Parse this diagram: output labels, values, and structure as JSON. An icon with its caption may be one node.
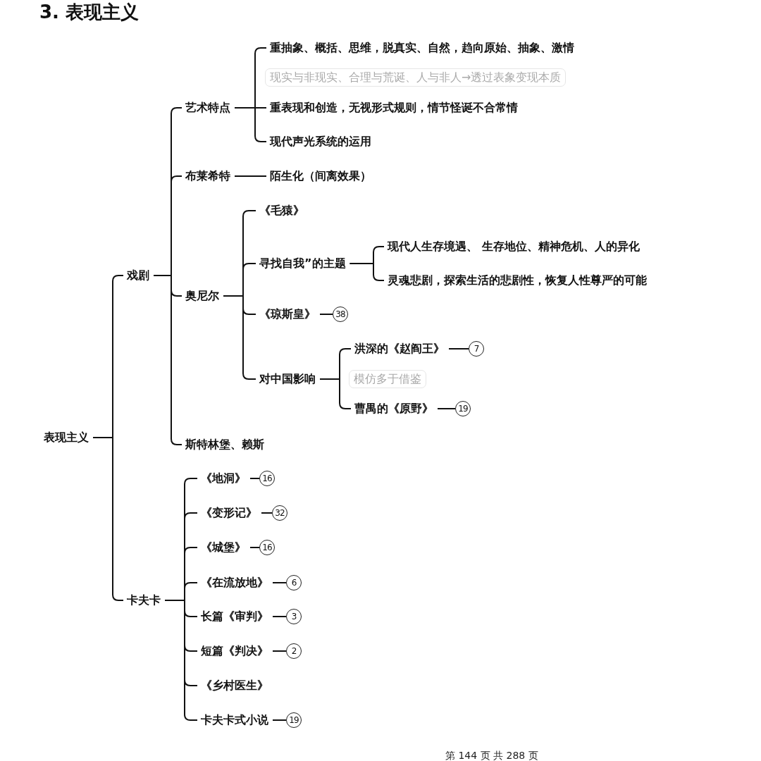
{
  "diagram": {
    "title": "3. 表现主义",
    "nodes": [
      {
        "text": [
          "表现主义"
        ]
      },
      {
        "text": [
          "戏剧"
        ]
      },
      {
        "text": [
          "艺术特点"
        ]
      },
      {
        "text": [
          "重抽象、概括、思维，脱真实、自然，趋向原始、抽象、激情"
        ]
      },
      {
        "text": [
          "现实与非现实、合理与荒诞、人与非人→透过表象变现本质"
        ]
      },
      {
        "text": [
          "重表现和创造，无视形式规则，情节怪诞不合常情"
        ]
      },
      {
        "text": [
          "现代声光系统的运用"
        ]
      },
      {
        "text": [
          "布莱希特"
        ]
      },
      {
        "text": [
          "陌生化（间离效果）"
        ]
      },
      {
        "text": [
          "奥尼尔"
        ]
      },
      {
        "text": [
          "《毛猿》"
        ]
      },
      {
        "text": [
          "寻找自我”的主题"
        ]
      },
      {
        "text": [
          "现代人生存境遇、 生存地位、精神危机、人的异化"
        ]
      },
      {
        "text": [
          "灵魂悲剧，探索生活的悲剧性，恢复人性尊严的可能"
        ]
      },
      {
        "text": [
          "《琼斯皇》"
        ]
      },
      {
        "text": [
          "38"
        ]
      },
      {
        "text": [
          "对中国影响"
        ]
      },
      {
        "text": [
          "洪深的《赵阎王》"
        ]
      },
      {
        "text": [
          "7"
        ]
      },
      {
        "text": [
          "模仿多于借鉴"
        ]
      },
      {
        "text": [
          "曹禺的《原野》"
        ]
      },
      {
        "text": [
          "19"
        ]
      },
      {
        "text": [
          "斯特林堡、赖斯"
        ]
      },
      {
        "text": [
          "卡夫卡"
        ]
      },
      {
        "text": [
          "《地洞》"
        ]
      },
      {
        "text": [
          "16"
        ]
      },
      {
        "text": [
          "《变形记》"
        ]
      },
      {
        "text": [
          "32"
        ]
      },
      {
        "text": [
          "《城堡》"
        ]
      },
      {
        "text": [
          "16"
        ]
      },
      {
        "text": [
          "《在流放地》"
        ]
      },
      {
        "text": [
          "6"
        ]
      },
      {
        "text": [
          "长篇《审判》"
        ]
      },
      {
        "text": [
          "3"
        ]
      },
      {
        "text": [
          "短篇《判决》"
        ]
      },
      {
        "text": [
          "2"
        ]
      },
      {
        "text": [
          "《乡村医生》"
        ]
      },
      {
        "text": [
          "卡夫卡式小说"
        ]
      },
      {
        "text": [
          "19"
        ]
      }
    ],
    "edges": [
      {
        "from": 0,
        "to": 1,
        "arrow": "none"
      },
      {
        "from": 0,
        "to": 23,
        "arrow": "none"
      },
      {
        "from": 1,
        "to": 2,
        "arrow": "none"
      },
      {
        "from": 1,
        "to": 7,
        "arrow": "none"
      },
      {
        "from": 1,
        "to": 9,
        "arrow": "none"
      },
      {
        "from": 1,
        "to": 22,
        "arrow": "none"
      },
      {
        "from": 2,
        "to": 3,
        "arrow": "none"
      },
      {
        "from": 2,
        "to": 5,
        "arrow": "none"
      },
      {
        "from": 2,
        "to": 6,
        "arrow": "none"
      },
      {
        "from": 7,
        "to": 8,
        "arrow": "none"
      },
      {
        "from": 9,
        "to": 10,
        "arrow": "none"
      },
      {
        "from": 9,
        "to": 11,
        "arrow": "none"
      },
      {
        "from": 9,
        "to": 14,
        "arrow": "none"
      },
      {
        "from": 9,
        "to": 16,
        "arrow": "none"
      },
      {
        "from": 11,
        "to": 12,
        "arrow": "none"
      },
      {
        "from": 11,
        "to": 13,
        "arrow": "none"
      },
      {
        "from": 14,
        "to": 15,
        "arrow": "none"
      },
      {
        "from": 16,
        "to": 17,
        "arrow": "none"
      },
      {
        "from": 16,
        "to": 20,
        "arrow": "none"
      },
      {
        "from": 17,
        "to": 18,
        "arrow": "none"
      },
      {
        "from": 20,
        "to": 21,
        "arrow": "none"
      },
      {
        "from": 23,
        "to": 24,
        "arrow": "none"
      },
      {
        "from": 23,
        "to": 26,
        "arrow": "none"
      },
      {
        "from": 23,
        "to": 28,
        "arrow": "none"
      },
      {
        "from": 23,
        "to": 30,
        "arrow": "none"
      },
      {
        "from": 23,
        "to": 32,
        "arrow": "none"
      },
      {
        "from": 23,
        "to": 34,
        "arrow": "none"
      },
      {
        "from": 23,
        "to": 36,
        "arrow": "none"
      },
      {
        "from": 23,
        "to": 37,
        "arrow": "none"
      },
      {
        "from": 24,
        "to": 25,
        "arrow": "none"
      },
      {
        "from": 26,
        "to": 27,
        "arrow": "none"
      },
      {
        "from": 28,
        "to": 29,
        "arrow": "none"
      },
      {
        "from": 30,
        "to": 31,
        "arrow": "none"
      },
      {
        "from": 32,
        "to": 33,
        "arrow": "none"
      },
      {
        "from": 34,
        "to": 35,
        "arrow": "none"
      },
      {
        "from": 37,
        "to": 38,
        "arrow": "none"
      }
    ],
    "labels": [
      "第 144 页 共 288 页"
    ]
  }
}
